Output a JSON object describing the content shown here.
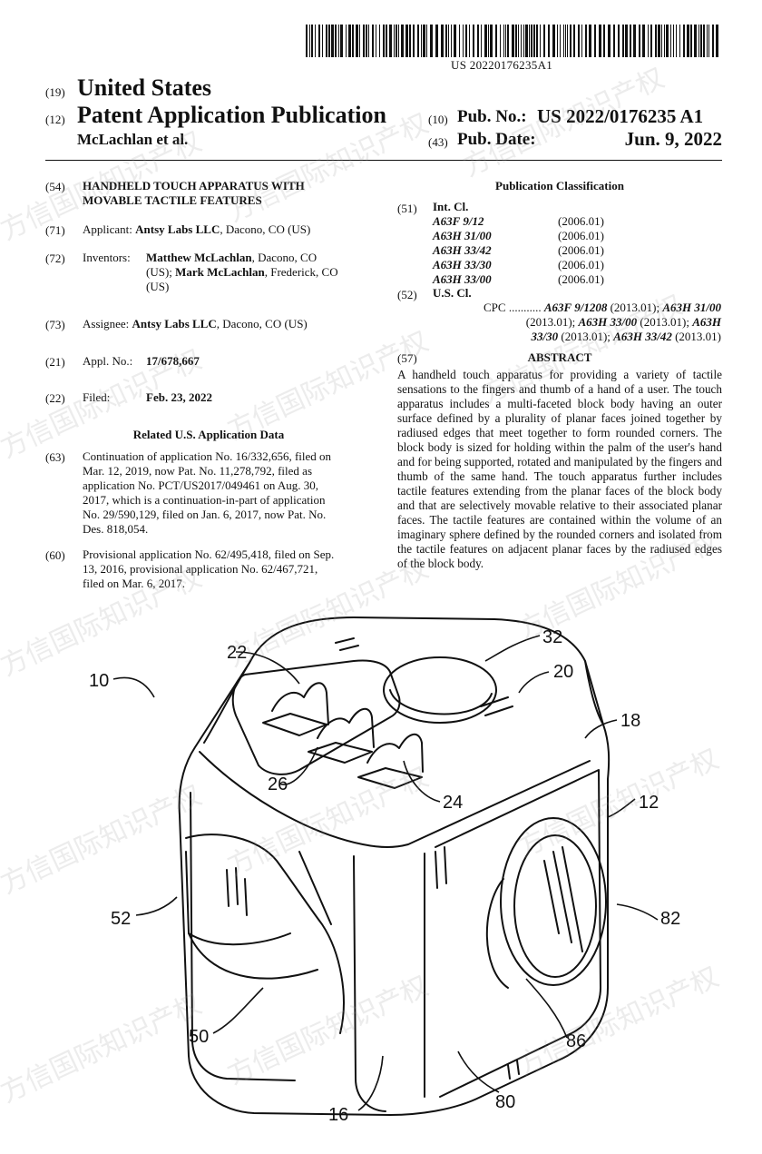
{
  "header": {
    "pub_number_top": "US 20220176235A1",
    "code_19": "(19)",
    "country": "United States",
    "code_12": "(12)",
    "doc_type": "Patent Application Publication",
    "authors": "McLachlan et al.",
    "code_10": "(10)",
    "pub_no_label": "Pub. No.:",
    "pub_no_value": "US 2022/0176235 A1",
    "code_43": "(43)",
    "pub_date_label": "Pub. Date:",
    "pub_date_value": "Jun. 9, 2022"
  },
  "left": {
    "f54": {
      "code": "(54)",
      "line1": "HANDHELD TOUCH APPARATUS WITH",
      "line2": "MOVABLE TACTILE FEATURES"
    },
    "f71": {
      "code": "(71)",
      "label": "Applicant:",
      "name": "Antsy Labs LLC",
      "rest": ", Dacono, CO (US)"
    },
    "f72": {
      "code": "(72)",
      "label": "Inventors:",
      "name1": "Matthew McLachlan",
      "rest1": ", Dacono, CO",
      "rest1b": "(US); ",
      "name2": "Mark McLachlan",
      "rest2": ", Frederick, CO",
      "rest2b": "(US)"
    },
    "f73": {
      "code": "(73)",
      "label": "Assignee:",
      "name": "Antsy Labs LLC",
      "rest": ", Dacono, CO (US)"
    },
    "f21": {
      "code": "(21)",
      "label": "Appl. No.:",
      "value": "17/678,667"
    },
    "f22": {
      "code": "(22)",
      "label": "Filed:",
      "value": "Feb. 23, 2022"
    },
    "related_title": "Related U.S. Application Data",
    "f63": {
      "code": "(63)",
      "lines": [
        "Continuation of application No. 16/332,656, filed on",
        "Mar. 12, 2019, now Pat. No. 11,278,792, filed as",
        "application No. PCT/US2017/049461 on Aug. 30,",
        "2017, which is a continuation-in-part of application",
        "No. 29/590,129, filed on Jan. 6, 2017, now Pat. No.",
        "Des. 818,054."
      ]
    },
    "f60": {
      "code": "(60)",
      "lines": [
        "Provisional application No. 62/495,418, filed on Sep.",
        "13, 2016, provisional application No. 62/467,721,",
        "filed on Mar. 6, 2017."
      ]
    }
  },
  "right": {
    "pub_class_title": "Publication Classification",
    "f51": {
      "code": "(51)",
      "label": "Int. Cl.",
      "rows": [
        {
          "cls": "A63F 9/12",
          "ver": "(2006.01)"
        },
        {
          "cls": "A63H 31/00",
          "ver": "(2006.01)"
        },
        {
          "cls": "A63H 33/42",
          "ver": "(2006.01)"
        },
        {
          "cls": "A63H 33/30",
          "ver": "(2006.01)"
        },
        {
          "cls": "A63H 33/00",
          "ver": "(2006.01)"
        }
      ]
    },
    "f52": {
      "code": "(52)",
      "label": "U.S. Cl.",
      "cpc_label": "CPC ...........",
      "c1": "A63F 9/1208",
      "v1": " (2013.01); ",
      "c2": "A63H 31/00",
      "v2": "(2013.01); ",
      "c3": "A63H 33/00",
      "v3": " (2013.01); ",
      "c4": "A63H",
      "c4b": "33/30",
      "v4": " (2013.01); ",
      "c5": "A63H 33/42",
      "v5": " (2013.01)"
    },
    "f57": {
      "code": "(57)",
      "title": "ABSTRACT"
    },
    "abstract_text": "A handheld touch apparatus for providing a variety of tactile sensations to the fingers and thumb of a hand of a user. The touch apparatus includes a multi-faceted block body having an outer surface defined by a plurality of planar faces joined together by radiused edges that meet together to form rounded corners. The block body is sized for holding within the palm of the user's hand and for being supported, rotated and manipulated by the fingers and thumb of the same hand. The touch apparatus further includes tactile features extending from the planar faces of the block body and that are selectively movable relative to their associated planar faces. The tactile features are contained within the volume of an imaginary sphere defined by the rounded corners and isolated from the tactile features on adjacent planar faces by the radiused edges of the block body."
  },
  "figure": {
    "labels": [
      "10",
      "22",
      "32",
      "20",
      "18",
      "26",
      "24",
      "12",
      "52",
      "82",
      "50",
      "86",
      "80",
      "16"
    ]
  },
  "watermark_text": "方信国际知识产权"
}
